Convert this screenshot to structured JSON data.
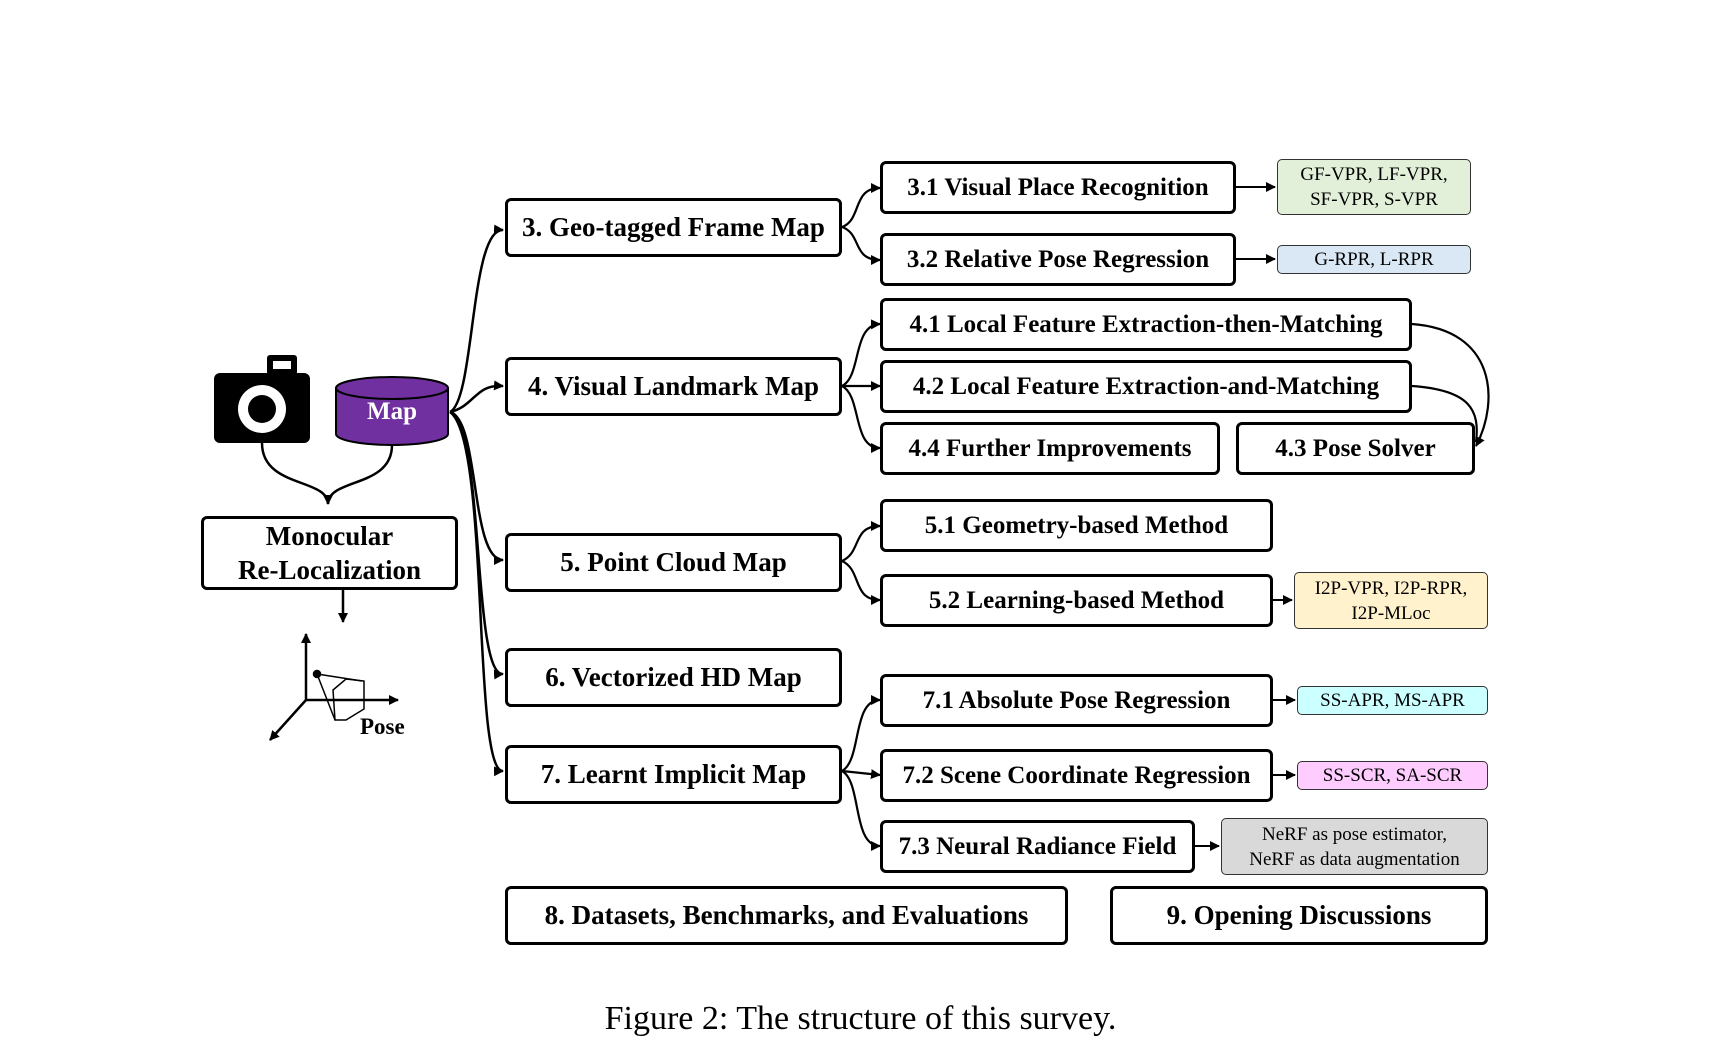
{
  "root": {
    "label_line1": "Monocular",
    "label_line2": "Re-Localization",
    "map_label": "Map",
    "pose_label": "Pose"
  },
  "sections": {
    "s3": "3. Geo-tagged Frame Map",
    "s4": "4. Visual Landmark Map",
    "s5": "5. Point Cloud Map",
    "s6": "6. Vectorized HD Map",
    "s7": "7. Learnt Implicit Map",
    "s8": "8. Datasets, Benchmarks, and Evaluations",
    "s9": "9. Opening Discussions"
  },
  "subsections": {
    "s31": "3.1 Visual Place Recognition",
    "s32": "3.2 Relative Pose Regression",
    "s41": "4.1 Local Feature Extraction-then-Matching",
    "s42": "4.2 Local Feature Extraction-and-Matching",
    "s43": "4.3 Pose Solver",
    "s44": "4.4 Further Improvements",
    "s51": "5.1 Geometry-based Method",
    "s52": "5.2 Learning-based Method",
    "s71": "7.1 Absolute Pose Regression",
    "s72": "7.2 Scene Coordinate Regression",
    "s73": "7.3 Neural Radiance Field"
  },
  "tags": {
    "t31": {
      "line1": "GF-VPR, LF-VPR,",
      "line2": "SF-VPR, S-VPR",
      "color": "#e2f0d9"
    },
    "t32": {
      "line1": "G-RPR, L-RPR",
      "color": "#dae8f5"
    },
    "t52": {
      "line1": "I2P-VPR, I2P-RPR,",
      "line2": "I2P-MLoc",
      "color": "#fff2cc"
    },
    "t71": {
      "line1": "SS-APR, MS-APR",
      "color": "#ccffff"
    },
    "t72": {
      "line1": "SS-SCR, SA-SCR",
      "color": "#ffccff"
    },
    "t73": {
      "line1": "NeRF as pose estimator,",
      "line2": "NeRF as data augmentation",
      "color": "#d9d9d9"
    }
  },
  "colors": {
    "map_cylinder": "#7030a0"
  },
  "icons": [
    "camera-icon",
    "map-database-icon",
    "pose-axes-icon"
  ],
  "caption": "Figure 2:  The structure of this survey."
}
